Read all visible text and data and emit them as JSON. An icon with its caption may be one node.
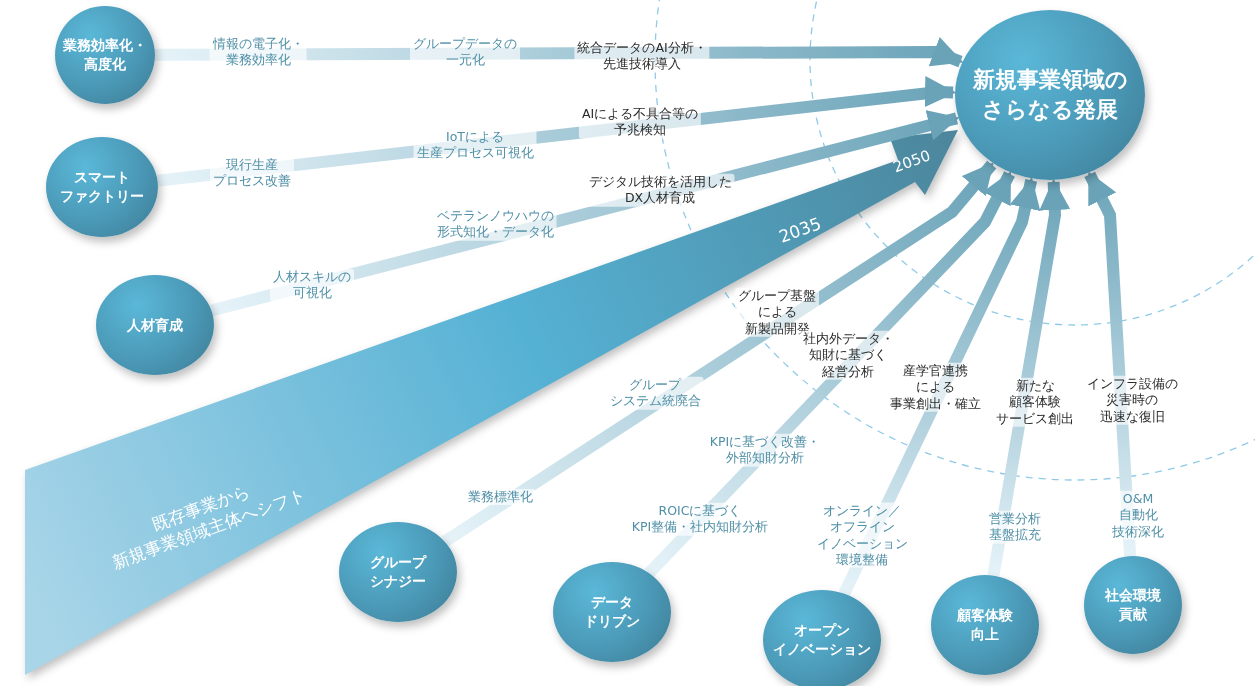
{
  "diagram": {
    "nodes": [
      {
        "text": [
          "業務効率化・高度化"
        ]
      },
      {
        "text": [
          "新規事業領域のさらなる発展"
        ]
      },
      {
        "text": [
          "スマートファクトリー"
        ]
      },
      {
        "text": [
          "人材育成"
        ]
      },
      {
        "text": [
          "既存事業から新規事業領域主体へシフト",
          "2035",
          "2050"
        ]
      },
      {
        "text": [
          "グループシナジー"
        ]
      },
      {
        "text": [
          "データドリブン"
        ]
      },
      {
        "text": [
          "オープンイノベーション"
        ]
      },
      {
        "text": [
          "顧客体験向上"
        ]
      },
      {
        "text": [
          "社会環境貢献"
        ]
      }
    ],
    "edges": [
      {
        "from": 0,
        "to": 1,
        "arrow": "to"
      },
      {
        "from": 2,
        "to": 1,
        "arrow": "to"
      },
      {
        "from": 3,
        "to": 1,
        "arrow": "to"
      },
      {
        "from": 5,
        "to": 1,
        "arrow": "to"
      },
      {
        "from": 6,
        "to": 1,
        "arrow": "to"
      },
      {
        "from": 7,
        "to": 1,
        "arrow": "to"
      },
      {
        "from": 8,
        "to": 1,
        "arrow": "to"
      },
      {
        "from": 9,
        "to": 1,
        "arrow": "to"
      }
    ],
    "labels": [
      "情報の電子化・業務効率化",
      "グループデータの一元化",
      "統合データのAI分析・先進技術導入",
      "AIによる不具合等の予兆検知",
      "IoTによる生産プロセス可視化",
      "現行生産プロセス改善",
      "デジタル技術を活用したDX人材育成",
      "ベテランノウハウの形式知化・データ化",
      "人材スキルの可視化",
      "グループ基盤による新製品開発",
      "社内外データ・知財に基づく経営分析",
      "産学官連携による事業創出・確立",
      "新たな顧客体験サービス創出",
      "インフラ設備の災害時の迅速な復旧",
      "グループシステム統廃合",
      "KPIに基づく改善・外部知財分析",
      "業務標準化",
      "ROICに基づくKPI整備・社内知財分析",
      "オンライン／オフラインイノベーション環境整備",
      "営業分析基盤拡充",
      "O&M自動化技術深化"
    ]
  }
}
